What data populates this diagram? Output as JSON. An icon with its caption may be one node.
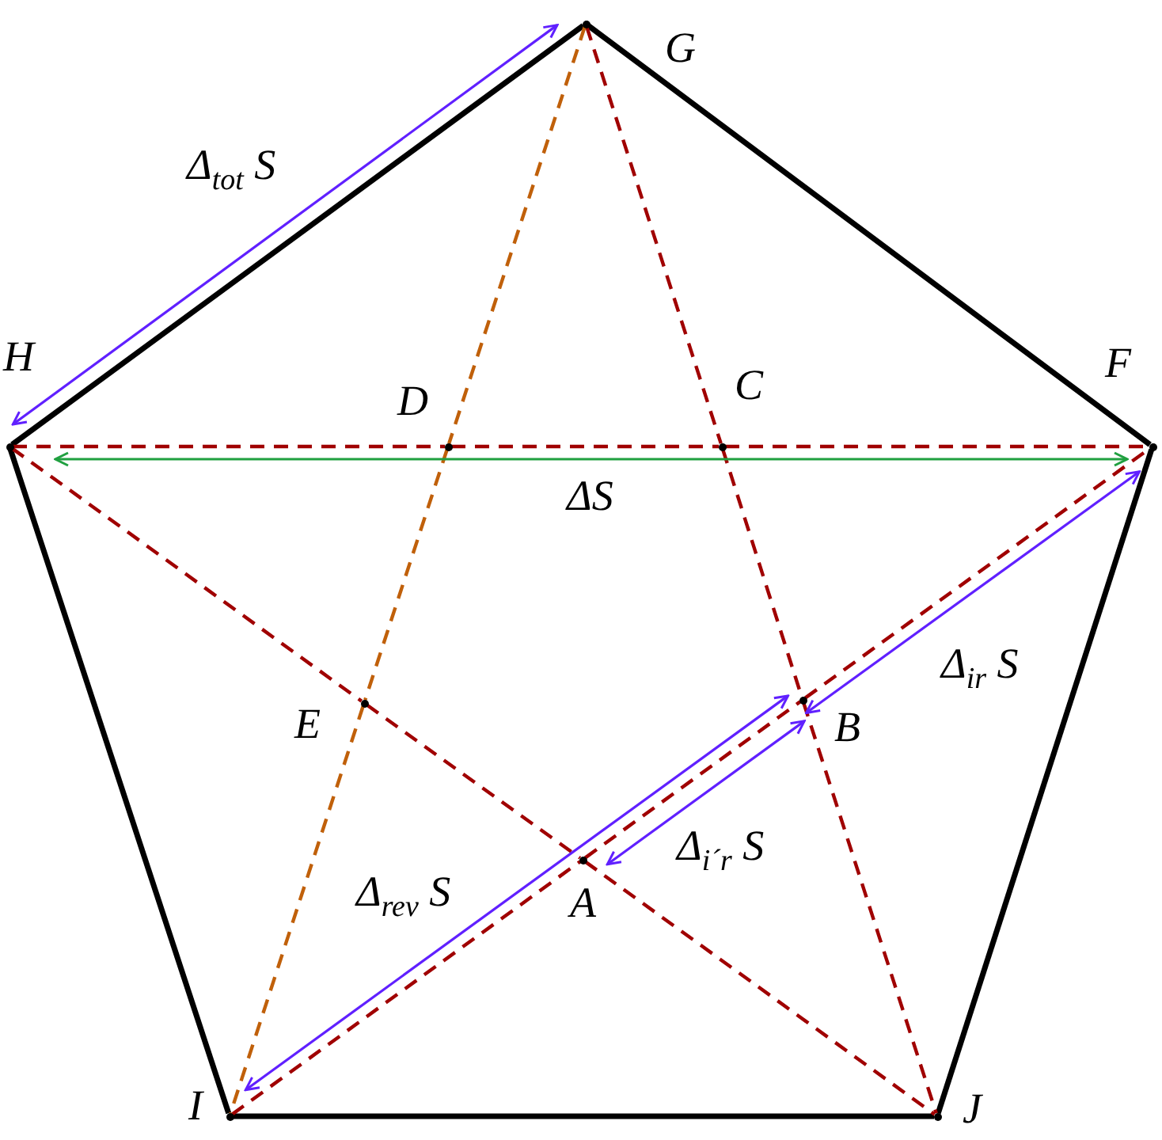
{
  "diagram": {
    "nodes": [
      {
        "text": [],
        "shape": "point",
        "beside": [
          "G"
        ]
      },
      {
        "text": [],
        "shape": "point",
        "beside": [
          "H"
        ]
      },
      {
        "text": [],
        "shape": "point",
        "beside": [
          "D"
        ]
      },
      {
        "text": [],
        "shape": "point",
        "beside": [
          "C"
        ]
      },
      {
        "text": [],
        "shape": "point",
        "beside": [
          "F"
        ]
      },
      {
        "text": [],
        "shape": "point",
        "beside": [
          "E"
        ]
      },
      {
        "text": [],
        "shape": "point",
        "beside": [
          "B"
        ]
      },
      {
        "text": [],
        "shape": "point",
        "beside": [
          "A"
        ]
      },
      {
        "text": [],
        "shape": "point",
        "beside": [
          "I"
        ]
      },
      {
        "text": [],
        "shape": "point",
        "beside": [
          "J"
        ]
      }
    ],
    "edges": [
      {
        "from": 0,
        "to": 4,
        "arrow": "none",
        "color": "#000000"
      },
      {
        "from": 4,
        "to": 9,
        "arrow": "none",
        "color": "#000000"
      },
      {
        "from": 9,
        "to": 8,
        "arrow": "none",
        "color": "#000000"
      },
      {
        "from": 8,
        "to": 1,
        "arrow": "none",
        "color": "#000000"
      },
      {
        "from": 1,
        "to": 0,
        "arrow": "none",
        "color": "#000000"
      },
      {
        "from": 1,
        "to": 2,
        "arrow": "none",
        "style": "dashed"
      },
      {
        "from": 2,
        "to": 3,
        "arrow": "none",
        "style": "dashed"
      },
      {
        "from": 3,
        "to": 4,
        "arrow": "none",
        "style": "dashed"
      },
      {
        "from": 0,
        "to": 3,
        "arrow": "none",
        "style": "dashed"
      },
      {
        "from": 3,
        "to": 6,
        "arrow": "none",
        "style": "dashed"
      },
      {
        "from": 6,
        "to": 9,
        "arrow": "none",
        "style": "dashed"
      },
      {
        "from": 1,
        "to": 5,
        "arrow": "none",
        "style": "dashed"
      },
      {
        "from": 5,
        "to": 7,
        "arrow": "none",
        "style": "dashed"
      },
      {
        "from": 7,
        "to": 9,
        "arrow": "none",
        "style": "dashed"
      },
      {
        "from": 8,
        "to": 7,
        "arrow": "none",
        "style": "dashed"
      },
      {
        "from": 7,
        "to": 6,
        "arrow": "none",
        "style": "dashed"
      },
      {
        "from": 6,
        "to": 4,
        "arrow": "none",
        "style": "dashed"
      },
      {
        "from": 0,
        "to": 2,
        "arrow": "none",
        "style": "dashed",
        "color": "#c0600a"
      },
      {
        "from": 2,
        "to": 5,
        "arrow": "none",
        "style": "dashed",
        "color": "#c0600a"
      },
      {
        "from": 5,
        "to": 8,
        "arrow": "none",
        "style": "dashed",
        "color": "#c0600a"
      },
      {
        "from": 0,
        "to": 1,
        "arrow": "both",
        "color": "#6020ff",
        "label": "Δ$_{tot}$ S"
      },
      {
        "from": 4,
        "to": 1,
        "arrow": "both",
        "color": "#20a040",
        "label": "ΔS"
      },
      {
        "from": 4,
        "to": 6,
        "arrow": "both",
        "color": "#6020ff",
        "label": "Δ$_{ir}$ S"
      },
      {
        "from": 6,
        "to": 7,
        "arrow": "both",
        "color": "#6020ff",
        "label": "Δ$_{i´r}$ S"
      },
      {
        "from": 6,
        "to": 8,
        "arrow": "both",
        "color": "#6020ff",
        "label": "Δ$_{rev}$ S"
      }
    ]
  }
}
